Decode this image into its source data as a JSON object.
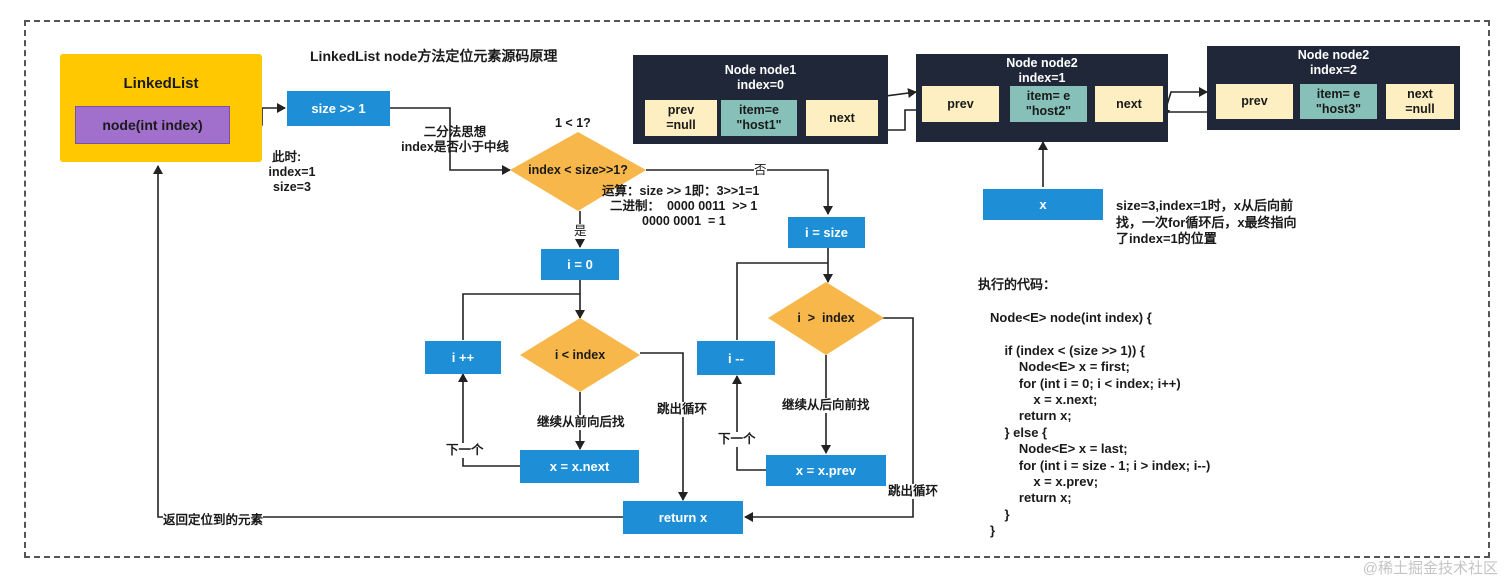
{
  "title": "LinkedList node方法定位元素源码原理",
  "linkedlist": {
    "title": "LinkedList",
    "method": "node(int index)"
  },
  "left_note": {
    "line1": "此时:",
    "line2": "index=1",
    "line3": "size=3"
  },
  "return_note": "返回定位到的元素",
  "boxes": {
    "size_shift": "size >> 1",
    "i_zero": "i = 0",
    "i_size": "i = size",
    "i_inc": "i ++",
    "i_dec": "i --",
    "x_next": "x = x.next",
    "x_prev": "x = x.prev",
    "return_x": "return x",
    "x_pointer": "x"
  },
  "diamonds": {
    "index_half": "index < size>>1?",
    "i_lt_index": "i < index",
    "i_gt_index": "i  >  index"
  },
  "labels": {
    "binary_search_1": "二分法思想",
    "binary_search_2": "index是否小于中线",
    "one_lt_one": "1 < 1?",
    "no": "否",
    "yes": "是",
    "calc_1": "运算：size >> 1即：3>>1=1",
    "calc_2": "二进制：  0000 0011  >> 1",
    "calc_3": "0000 0001  = 1",
    "continue_forward": "继续从前向后找",
    "continue_backward": "继续从后向前找",
    "next_one_left": "下一个",
    "next_one_right": "下一个",
    "break_left": "跳出循环",
    "break_right": "跳出循环"
  },
  "nodes": [
    {
      "title1": "Node node1",
      "title2": "index=0",
      "prev": "prev\n=null",
      "item": "item=e\n\"host1\"",
      "next": "next"
    },
    {
      "title1": "Node node2",
      "title2": "index=1",
      "prev": "prev",
      "item": "item= e\n\"host2\"",
      "next": "next"
    },
    {
      "title1": "Node node2",
      "title2": "index=2",
      "prev": "prev",
      "item": "item= e\n\"host3\"",
      "next": "next\n=null"
    }
  ],
  "explain": {
    "line1": "size=3,index=1时，x从后向前",
    "line2": "找，一次for循环后，x最终指向",
    "line3": "了index=1的位置"
  },
  "code_title": "执行的代码：",
  "code": "Node<E> node(int index) {\n\n    if (index < (size >> 1)) {\n        Node<E> x = first;\n        for (int i = 0; i < index; i++)\n            x = x.next;\n        return x;\n    } else {\n        Node<E> x = last;\n        for (int i = size - 1; i > index; i--)\n            x = x.prev;\n        return x;\n    }\n}",
  "watermark": "@稀土掘金技术社区",
  "colors": {
    "yellow": "#ffc800",
    "purple": "#a070cc",
    "blue": "#1e8fd6",
    "orange": "#f8b74a",
    "navy": "#1f2739",
    "cream": "#fdefc2",
    "teal": "#86c0b8"
  }
}
